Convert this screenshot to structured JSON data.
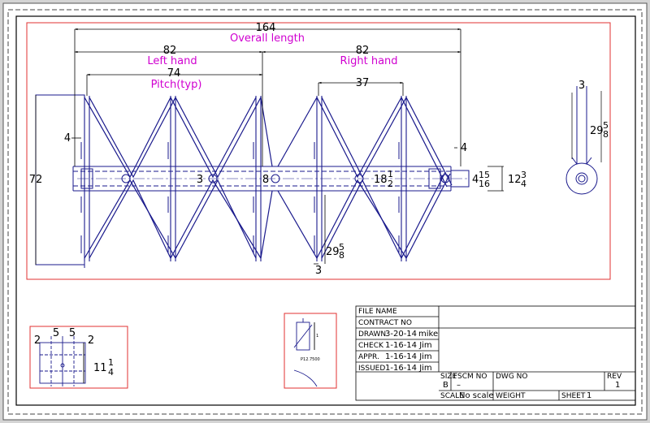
{
  "colors": {
    "paper": "#ffffff",
    "drawing_line": "#1a1a8c",
    "frame_red": "#e03030",
    "annotation_pink": "#d000d0",
    "dimension_black": "#000000"
  },
  "dimensions": {
    "overall": "164",
    "overall_label": "Overall length",
    "left_hand": "82",
    "left_hand_label": "Left hand",
    "right_hand": "82",
    "right_hand_label": "Right hand",
    "pitch": "74",
    "pitch_label": "Pitch(typ)",
    "right_pitch": "37",
    "flight_height": "72",
    "flight_thickness_left": "4",
    "flight_thickness_right": "4",
    "shaft_mark_3": "3",
    "shaft_mark_8": "8",
    "shaft_18": "18",
    "shaft_18_num": "1",
    "shaft_18_den": "2",
    "shaft_4": "4",
    "shaft_4_num": "15",
    "shaft_4_den": "16",
    "shaft_12": "12",
    "shaft_12_num": "3",
    "shaft_12_den": "4",
    "bottom_29": "29",
    "bottom_29_num": "5",
    "bottom_29_den": "8",
    "bottom_3": "3",
    "side_3": "3",
    "side_29": "29",
    "side_29_num": "5",
    "side_29_den": "8"
  },
  "detail_a": {
    "top_2a": "2",
    "top_5a": "5",
    "top_5b": "5",
    "top_2b": "2",
    "side_11": "11",
    "side_11_num": "1",
    "side_11_den": "4"
  },
  "detail_b": {
    "label": "P12.7500",
    "mark": "1"
  },
  "title_block": {
    "file_name_label": "FILE NAME",
    "contract_label": "CONTRACT NO",
    "drawn_label": "DRAWN",
    "drawn_value": "3-20-14",
    "drawn_by": "mike",
    "check_label": "CHECK",
    "check_value": "1-16-14 Jim",
    "appr_label": "APPR.",
    "appr_value": "1-16-14 Jim",
    "issued_label": "ISSUED",
    "issued_value": "1-16-14 Jim",
    "size_label": "SIZE",
    "size_value": "B",
    "fscm_label": "FSCM NO",
    "fscm_value": "–",
    "dwg_label": "DWG NO",
    "rev_label": "REV",
    "rev_value": "1",
    "scale_label": "SCALE",
    "scale_value": "No scale",
    "weight_label": "WEIGHT",
    "sheet_label": "SHEET",
    "sheet_value": "1"
  }
}
